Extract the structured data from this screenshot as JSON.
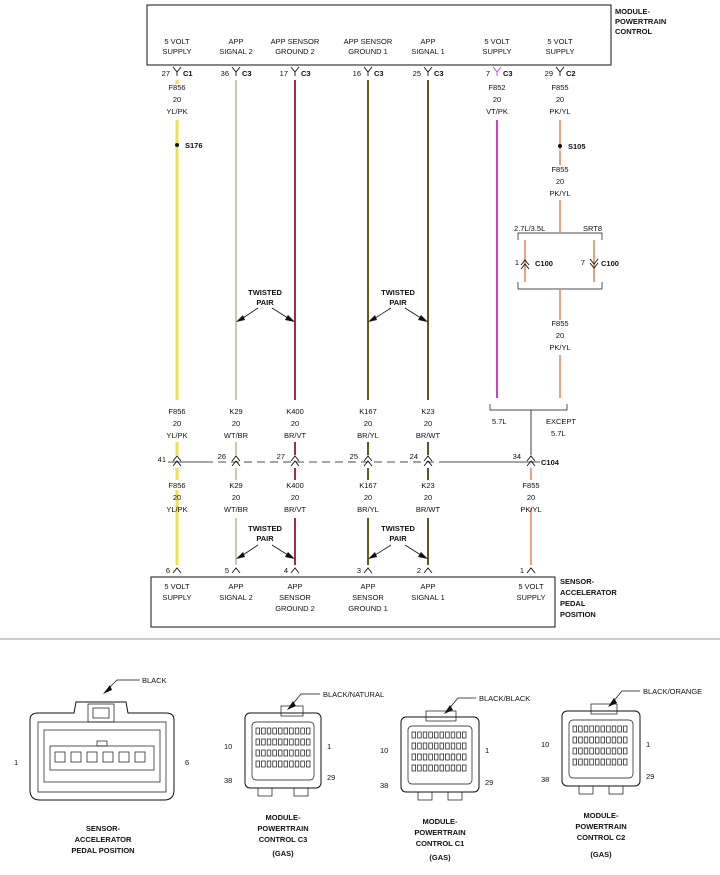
{
  "pcm": {
    "title_line1": "MODULE-",
    "title_line2": "POWERTRAIN",
    "title_line3": "CONTROL",
    "columns": [
      {
        "l1": "5 VOLT",
        "l2": "SUPPLY",
        "pin": "27",
        "conn": "C1",
        "circuit": "F856",
        "gauge": "20",
        "color": "YL/PK"
      },
      {
        "l1": "APP",
        "l2": "SIGNAL 2",
        "pin": "36",
        "conn": "C3",
        "circuit": "",
        "gauge": "",
        "color": ""
      },
      {
        "l1": "APP SENSOR",
        "l2": "GROUND 2",
        "pin": "17",
        "conn": "C3",
        "circuit": "",
        "gauge": "",
        "color": ""
      },
      {
        "l1": "APP SENSOR",
        "l2": "GROUND 1",
        "pin": "16",
        "conn": "C3",
        "circuit": "",
        "gauge": "",
        "color": ""
      },
      {
        "l1": "APP",
        "l2": "SIGNAL 1",
        "pin": "25",
        "conn": "C3",
        "circuit": "",
        "gauge": "",
        "color": ""
      },
      {
        "l1": "5 VOLT",
        "l2": "SUPPLY",
        "pin": "7",
        "conn": "C3",
        "circuit": "F852",
        "gauge": "20",
        "color": "VT/PK"
      },
      {
        "l1": "5 VOLT",
        "l2": "SUPPLY",
        "pin": "29",
        "conn": "C2",
        "circuit": "F855",
        "gauge": "20",
        "color": "PK/YL"
      }
    ]
  },
  "splices": {
    "s176": "S176",
    "s105": "S105"
  },
  "f855_mid": {
    "circuit": "F855",
    "gauge": "20",
    "color": "PK/YL"
  },
  "c100": {
    "left_label": "2.7L/3.5L",
    "right_label": "SRT8",
    "left_pin": "1",
    "right_pin": "7",
    "conn": "C100",
    "after_circuit": "F855",
    "after_gauge": "20",
    "after_color": "PK/YL"
  },
  "twisted": {
    "line1": "TWISTED",
    "line2": "PAIR"
  },
  "engine": {
    "left": "5.7L",
    "right_line1": "EXCEPT",
    "right_line2": "5.7L"
  },
  "above_c104": [
    {
      "circuit": "F856",
      "gauge": "20",
      "color": "YL/PK"
    },
    {
      "circuit": "K29",
      "gauge": "20",
      "color": "WT/BR"
    },
    {
      "circuit": "K400",
      "gauge": "20",
      "color": "BR/VT"
    },
    {
      "circuit": "K167",
      "gauge": "20",
      "color": "BR/YL"
    },
    {
      "circuit": "K23",
      "gauge": "20",
      "color": "BR/WT"
    }
  ],
  "c104": {
    "conn": "C104",
    "pins": [
      "41",
      "26",
      "27",
      "25",
      "24",
      "34"
    ]
  },
  "below_c104": [
    {
      "circuit": "F856",
      "gauge": "20",
      "color": "YL/PK"
    },
    {
      "circuit": "K29",
      "gauge": "20",
      "color": "WT/BR"
    },
    {
      "circuit": "K400",
      "gauge": "20",
      "color": "BR/VT"
    },
    {
      "circuit": "K167",
      "gauge": "20",
      "color": "BR/YL"
    },
    {
      "circuit": "K23",
      "gauge": "20",
      "color": "BR/WT"
    },
    {
      "circuit": "F855",
      "gauge": "20",
      "color": "PK/YL"
    }
  ],
  "sensor": {
    "title_line1": "SENSOR-",
    "title_line2": "ACCELERATOR",
    "title_line3": "PEDAL",
    "title_line4": "POSITION",
    "pins": [
      "6",
      "5",
      "4",
      "3",
      "2",
      "1"
    ],
    "labels": [
      {
        "l1": "5 VOLT",
        "l2": "SUPPLY",
        "l3": ""
      },
      {
        "l1": "APP",
        "l2": "SIGNAL 2",
        "l3": ""
      },
      {
        "l1": "APP",
        "l2": "SENSOR",
        "l3": "GROUND 2"
      },
      {
        "l1": "APP",
        "l2": "SENSOR",
        "l3": "GROUND 1"
      },
      {
        "l1": "APP",
        "l2": "SIGNAL 1",
        "l3": ""
      },
      {
        "l1": "5 VOLT",
        "l2": "SUPPLY",
        "l3": ""
      }
    ]
  },
  "connectors": [
    {
      "color": "BLACK",
      "pin_left": "1",
      "pin_right": "6",
      "name_l1": "SENSOR-",
      "name_l2": "ACCELERATOR",
      "name_l3": "PEDAL POSITION",
      "name_l4": ""
    },
    {
      "color": "BLACK/NATURAL",
      "pin_tl": "10",
      "pin_tr": "1",
      "pin_bl": "38",
      "pin_br": "29",
      "name_l1": "MODULE-",
      "name_l2": "POWERTRAIN",
      "name_l3": "CONTROL C3",
      "name_l4": "(GAS)"
    },
    {
      "color": "BLACK/BLACK",
      "pin_tl": "10",
      "pin_tr": "1",
      "pin_bl": "38",
      "pin_br": "29",
      "name_l1": "MODULE-",
      "name_l2": "POWERTRAIN",
      "name_l3": "CONTROL C1",
      "name_l4": "(GAS)"
    },
    {
      "color": "BLACK/ORANGE",
      "pin_tl": "10",
      "pin_tr": "1",
      "pin_bl": "38",
      "pin_br": "29",
      "name_l1": "MODULE-",
      "name_l2": "POWERTRAIN",
      "name_l3": "CONTROL C2",
      "name_l4": "(GAS)"
    }
  ],
  "colors": {
    "yl_pk": "#f2e14a",
    "wt_br": "#cfc4b8",
    "br_vt": "#a3294e",
    "br_yl": "#6b5a10",
    "br_wt": "#6e4e25",
    "vt_pk": "#d63ad3",
    "pk_yl": "#f0a07a"
  }
}
